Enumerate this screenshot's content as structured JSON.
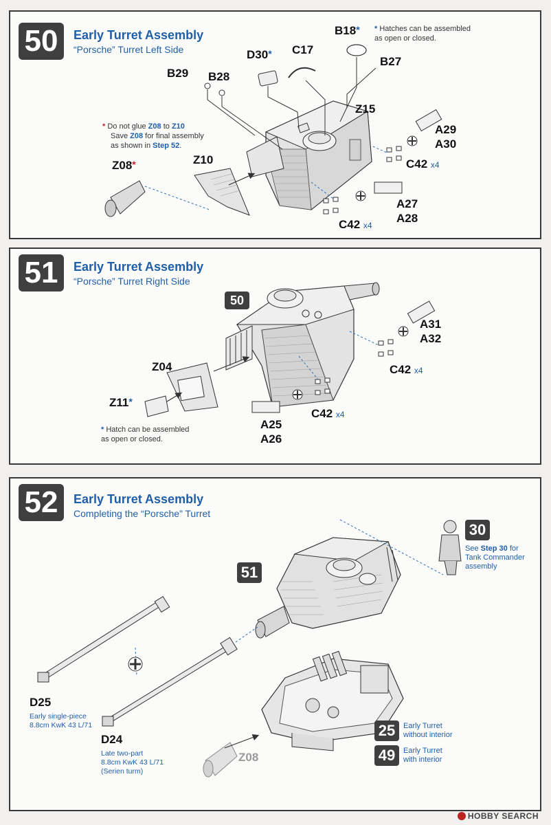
{
  "step50": {
    "number": "50",
    "title": "Early Turret Assembly",
    "subtitle": "“Porsche” Turret Left Side",
    "note_hatch": "Hatches can be assembled as open or closed.",
    "note_glue": {
      "l1": "Do not glue",
      "p1": "Z08",
      "l2": "to",
      "p2": "Z10",
      "l3": "Save",
      "p3": "Z08",
      "l4": "for final assembly",
      "l5": "as shown in",
      "p4": "Step 52"
    },
    "labels": {
      "b18": "B18",
      "b27": "B27",
      "c17": "C17",
      "d30": "D30",
      "b29": "B29",
      "b28": "B28",
      "z15": "Z15",
      "a29": "A29",
      "a30": "A30",
      "c42a": "C42",
      "c42a_qty": "x4",
      "z10": "Z10",
      "z08": "Z08",
      "a27": "A27",
      "a28": "A28",
      "c42b": "C42",
      "c42b_qty": "x4"
    }
  },
  "step51": {
    "number": "51",
    "title": "Early Turret Assembly",
    "subtitle": "“Porsche” Turret Right Side",
    "ref": "50",
    "note_hatch": "Hatch can be assembled as open or closed.",
    "labels": {
      "a31": "A31",
      "a32": "A32",
      "c42a": "C42",
      "c42a_qty": "x4",
      "z04": "Z04",
      "z11": "Z11",
      "c42b": "C42",
      "c42b_qty": "x4",
      "a25": "A25",
      "a26": "A26"
    }
  },
  "step52": {
    "number": "52",
    "title": "Early Turret Assembly",
    "subtitle": "Completing the “Porsche” Turret",
    "ref51": "51",
    "ref30": "30",
    "see_note": {
      "l1": "See",
      "step": "Step 30",
      "l2": "for",
      "l3": "Tank Commander",
      "l4": "assembly"
    },
    "d25": "D25",
    "d25_note": {
      "l1": "Early single-piece",
      "l2": "8.8cm KwK 43 L/71"
    },
    "d24": "D24",
    "d24_note": {
      "l1": "Late two-part",
      "l2": "8.8cm KwK 43 L/71",
      "l3": "(Serien turm)"
    },
    "z08": "Z08",
    "ref25": "25",
    "ref25_note": {
      "l1": "Early Turret",
      "l2": "without interior"
    },
    "ref49": "49",
    "ref49_note": {
      "l1": "Early Turret",
      "l2": "with interior"
    }
  },
  "watermark": "HOBBY SEARCH"
}
